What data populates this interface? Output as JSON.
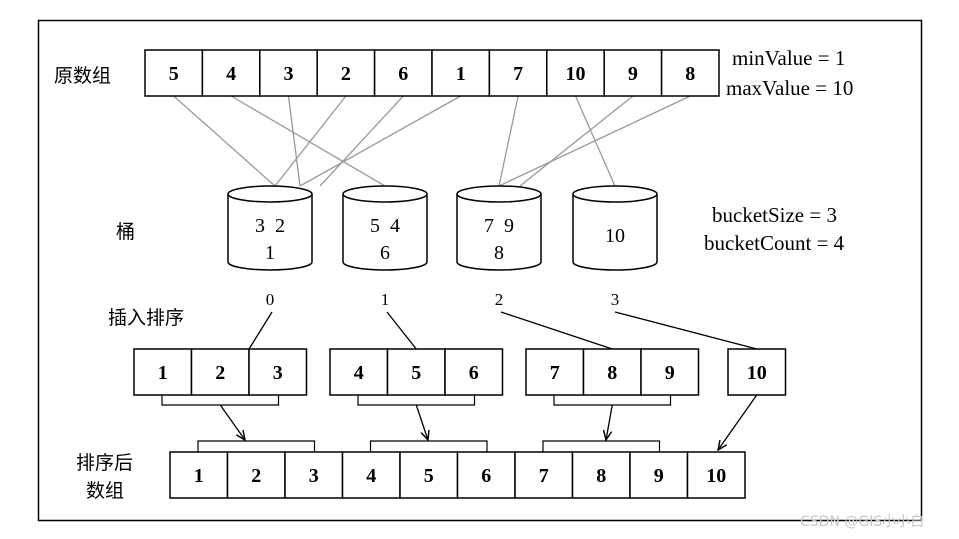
{
  "labels": {
    "original_array": "原数组",
    "buckets": "桶",
    "insertion_sort": "插入排序",
    "sorted_line1": "排序后",
    "sorted_line2": "数组"
  },
  "original_array": [
    "5",
    "4",
    "3",
    "2",
    "6",
    "1",
    "7",
    "10",
    "9",
    "8"
  ],
  "min_value": "minValue = 1",
  "max_value": "maxValue = 10",
  "bucket_size": "bucketSize = 3",
  "bucket_count": "bucketCount = 4",
  "buckets": [
    {
      "index": "0",
      "line1": "3  2",
      "line2": "1",
      "sorted": [
        "1",
        "2",
        "3"
      ]
    },
    {
      "index": "1",
      "line1": "5  4",
      "line2": "6",
      "sorted": [
        "4",
        "5",
        "6"
      ]
    },
    {
      "index": "2",
      "line1": "7  9",
      "line2": "8",
      "sorted": [
        "7",
        "8",
        "9"
      ]
    },
    {
      "index": "3",
      "line1": "10",
      "line2": "",
      "sorted": [
        "10"
      ]
    }
  ],
  "sorted_array": [
    "1",
    "2",
    "3",
    "4",
    "5",
    "6",
    "7",
    "8",
    "9",
    "10"
  ],
  "mapping": [
    0,
    1,
    0,
    0,
    1,
    0,
    2,
    3,
    2,
    2
  ],
  "watermark": "CSDN @GIS小小白"
}
